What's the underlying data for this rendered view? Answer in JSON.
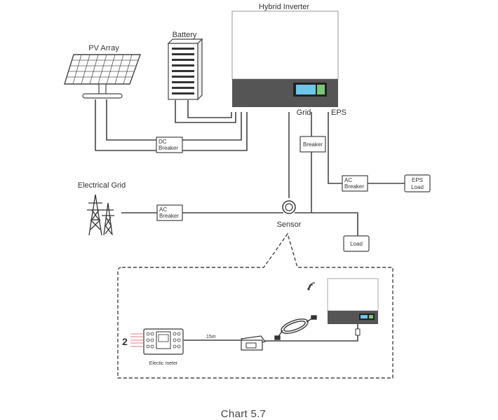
{
  "inverter": {
    "title": "Hybrid Inverter",
    "grid_port": "Grid",
    "eps_port": "EPS"
  },
  "pv": {
    "label": "PV Array"
  },
  "battery": {
    "label": "Battery"
  },
  "grid": {
    "label": "Electrical Grid"
  },
  "dc_breaker": {
    "line1": "DC",
    "line2": "Breaker"
  },
  "breaker": {
    "label": "Breaker"
  },
  "ac_breaker_grid": {
    "line1": "AC",
    "line2": "Breaker"
  },
  "ac_breaker_eps": {
    "line1": "AC",
    "line2": "Breaker"
  },
  "eps_load": {
    "line1": "EPS",
    "line2": "Load"
  },
  "load": {
    "label": "Load"
  },
  "sensor": {
    "label": "Sensor"
  },
  "detail": {
    "cable_length": "15m",
    "meter_label": "Electic meter",
    "terminal_number": "2"
  },
  "caption": "Chart 5.7",
  "colors": {
    "inverter_panel": "#555555",
    "screen": "#6ec6e8",
    "screen_green": "#7cc576",
    "line": "#444444"
  }
}
